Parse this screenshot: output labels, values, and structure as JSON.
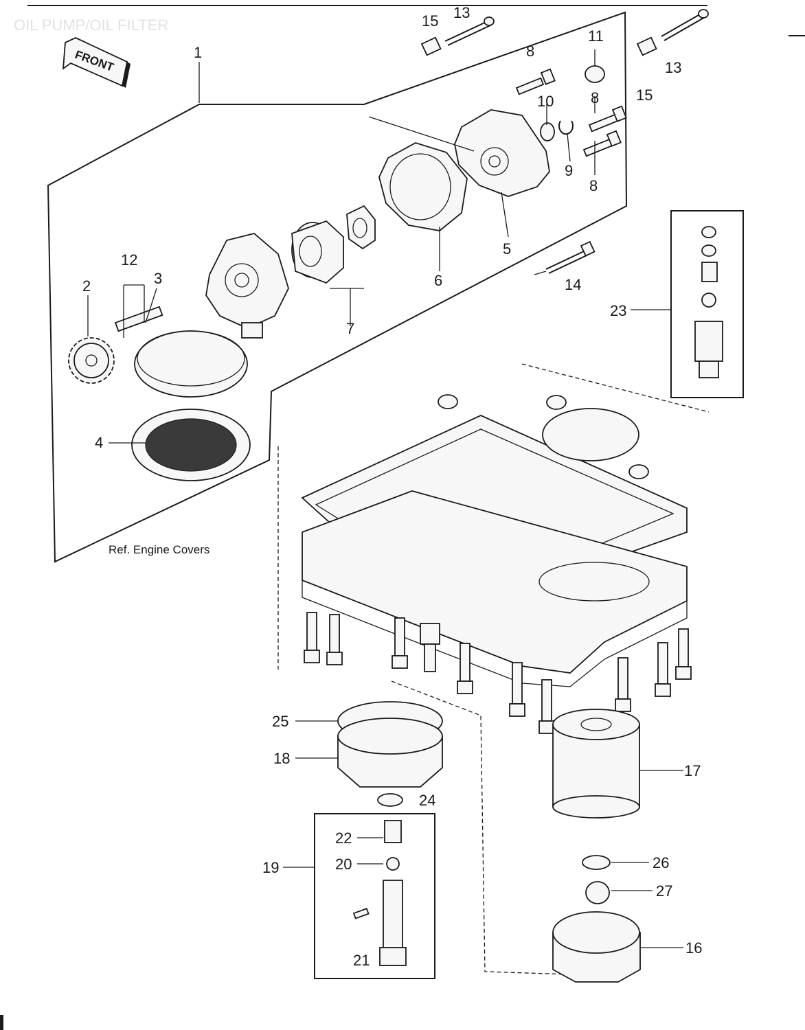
{
  "header_title": "OIL PUMP/OIL FILTER",
  "front_badge": "FRONT",
  "reference_note": "Ref.  Engine Covers",
  "callouts": {
    "c1": "1",
    "c2": "2",
    "c3": "3",
    "c4": "4",
    "c5": "5",
    "c6": "6",
    "c7": "7",
    "c8a": "8",
    "c8b": "8",
    "c8c": "8",
    "c9": "9",
    "c10": "10",
    "c11": "11",
    "c12": "12",
    "c13a": "13",
    "c13b": "13",
    "c14": "14",
    "c15a": "15",
    "c15b": "15",
    "c16": "16",
    "c17": "17",
    "c18": "18",
    "c19": "19",
    "c20": "20",
    "c21": "21",
    "c22": "22",
    "c23": "23",
    "c24": "24",
    "c25": "25",
    "c26": "26",
    "c27": "27"
  }
}
